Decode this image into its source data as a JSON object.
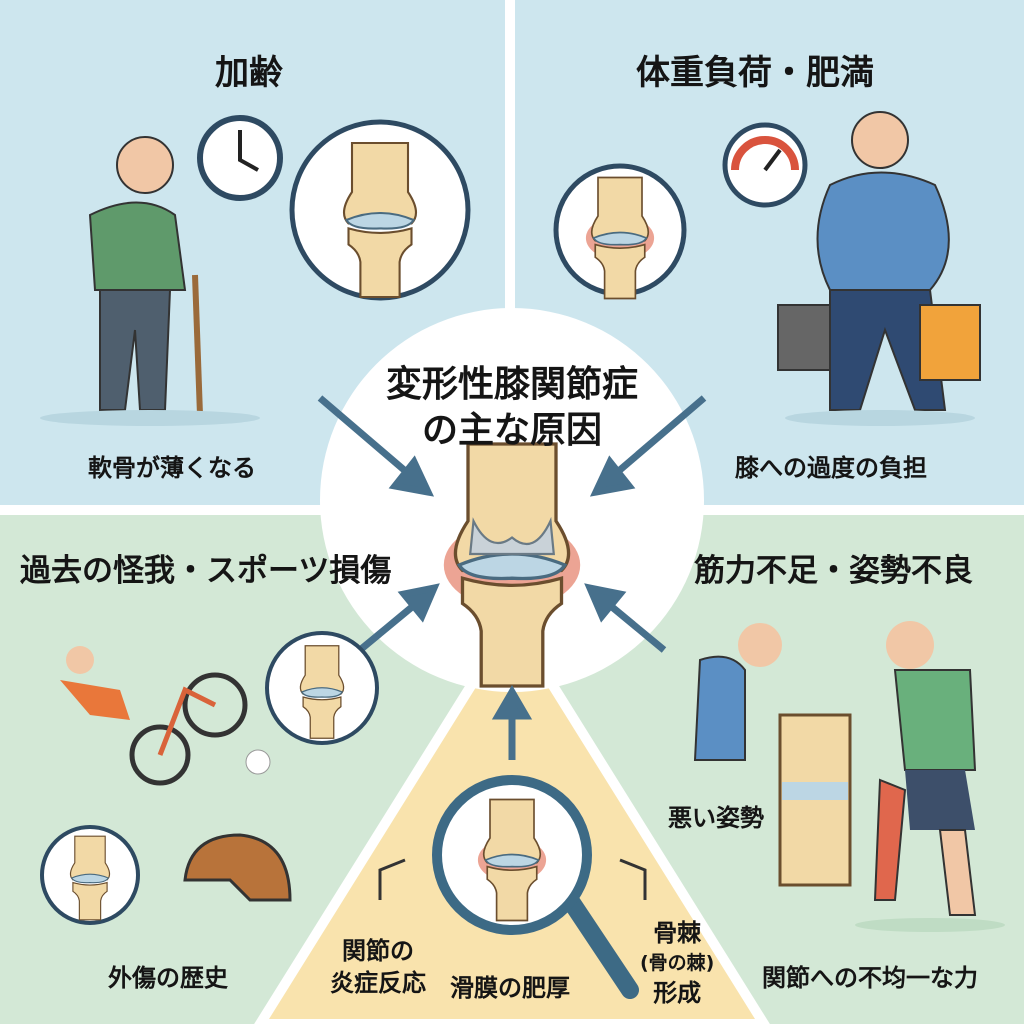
{
  "title": {
    "line1": "変形性膝関節症",
    "line2": "の主な原因"
  },
  "quadrants": {
    "aging": {
      "heading": "加齢",
      "caption": "軟骨が薄くなる"
    },
    "weight": {
      "heading": "体重負荷・肥満",
      "caption": "膝への過度の負担"
    },
    "injury": {
      "heading": "過去の怪我・スポーツ損傷",
      "caption": "外傷の歴史"
    },
    "muscle": {
      "heading": "筋力不足・姿勢不良",
      "caption_posture": "悪い姿勢",
      "caption": "関節への不均一な力"
    },
    "inflammation": {
      "label1_line1": "関節の",
      "label1_line2": "炎症反応",
      "label2": "滑膜の肥厚",
      "label3_line1": "骨棘",
      "label3_line2": "(骨の棘)",
      "label3_line3": "形成"
    }
  },
  "colors": {
    "blue_panel": "#cde6ee",
    "green_panel": "#d3e8d6",
    "yellow_panel": "#f9e3ad",
    "arrow": "#47708c",
    "bone": "#f2d9a6",
    "cartilage": "#bcd6e4",
    "inflamed": "#e0674d"
  }
}
